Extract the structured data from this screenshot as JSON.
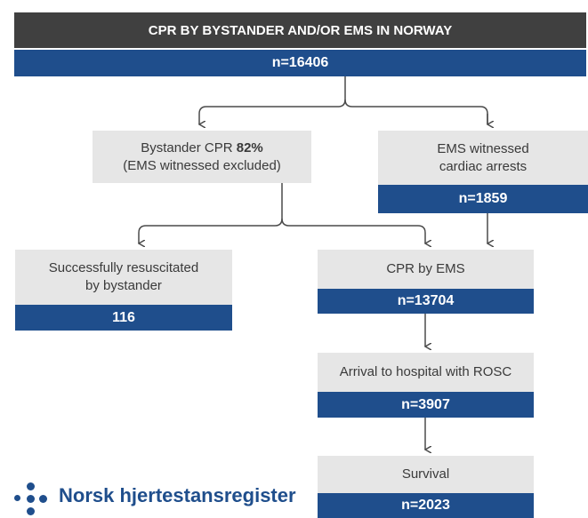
{
  "header": {
    "title": "CPR BY BYSTANDER AND/OR EMS IN NORWAY"
  },
  "total": {
    "count": "n=16406"
  },
  "bystander_cpr": {
    "line1_prefix": "Bystander CPR ",
    "line1_percent": "82%",
    "line2": "(EMS witnessed excluded)"
  },
  "ems_witnessed": {
    "line1": "EMS witnessed",
    "line2": "cardiac arrests",
    "count": "n=1859"
  },
  "resuscitated_by_bystander": {
    "line1": "Successfully resuscitated",
    "line2": "by bystander",
    "count": "116"
  },
  "cpr_by_ems": {
    "label": "CPR by EMS",
    "count": "n=13704"
  },
  "arrival_rosc": {
    "label": "Arrival to hospital with ROSC",
    "count": "n=3907"
  },
  "survival": {
    "label": "Survival",
    "count": "n=2023"
  },
  "logo": {
    "text": "Norsk hjertestansregister"
  }
}
